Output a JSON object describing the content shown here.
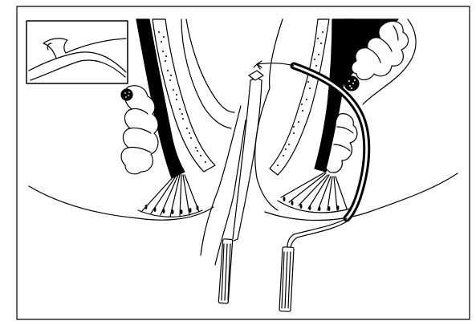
{
  "figure": {
    "ink_color": "#000000",
    "paper_color": "#ffffff",
    "stipple_color": "#000000",
    "parts": {
      "inset": "inset-detail",
      "left_view": "anatomy-left",
      "right_view": "anatomy-right",
      "probe": "probe-instrument",
      "seton": "seton-band"
    }
  }
}
